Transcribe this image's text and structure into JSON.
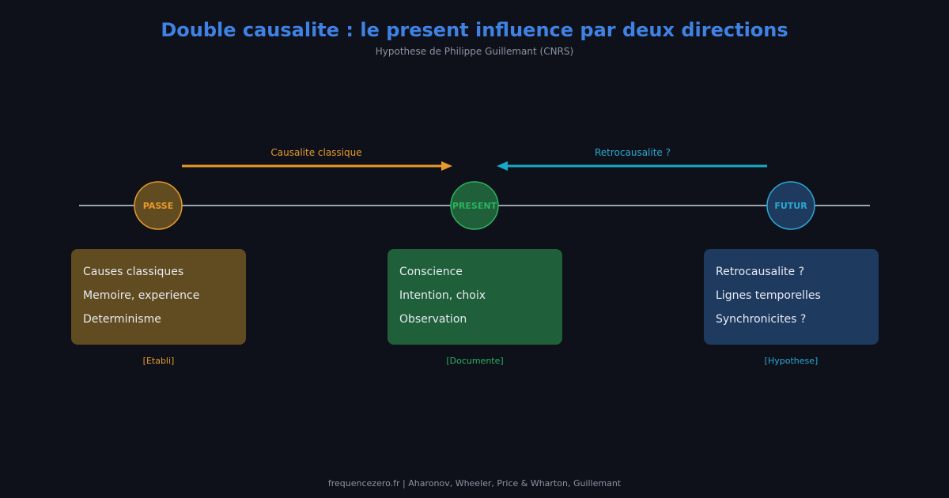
{
  "title": "Double causalite : le present influence par deux directions",
  "subtitle": "Hypothese de Philippe Guillemant (CNRS)",
  "arrows": {
    "classic": "Causalite classique",
    "retro": "Retrocausalite ?"
  },
  "nodes": {
    "passe": "PASSE",
    "present": "PRESENT",
    "futur": "FUTUR"
  },
  "colors": {
    "passe": "#e89a2b",
    "present": "#2bb35e",
    "futur": "#2aa9d4",
    "title": "#3f82e4",
    "timeline": "#9aa4ae"
  },
  "boxes": {
    "passe": {
      "items": [
        "Causes classiques",
        "Memoire, experience",
        "Determinisme"
      ],
      "status": "[Etabli]"
    },
    "present": {
      "items": [
        "Conscience",
        "Intention, choix",
        "Observation"
      ],
      "status": "[Documente]"
    },
    "futur": {
      "items": [
        "Retrocausalite ?",
        "Lignes temporelles",
        "Synchronicites ?"
      ],
      "status": "[Hypothese]"
    }
  },
  "footer": "frequencezero.fr | Aharonov, Wheeler, Price & Wharton, Guillemant"
}
